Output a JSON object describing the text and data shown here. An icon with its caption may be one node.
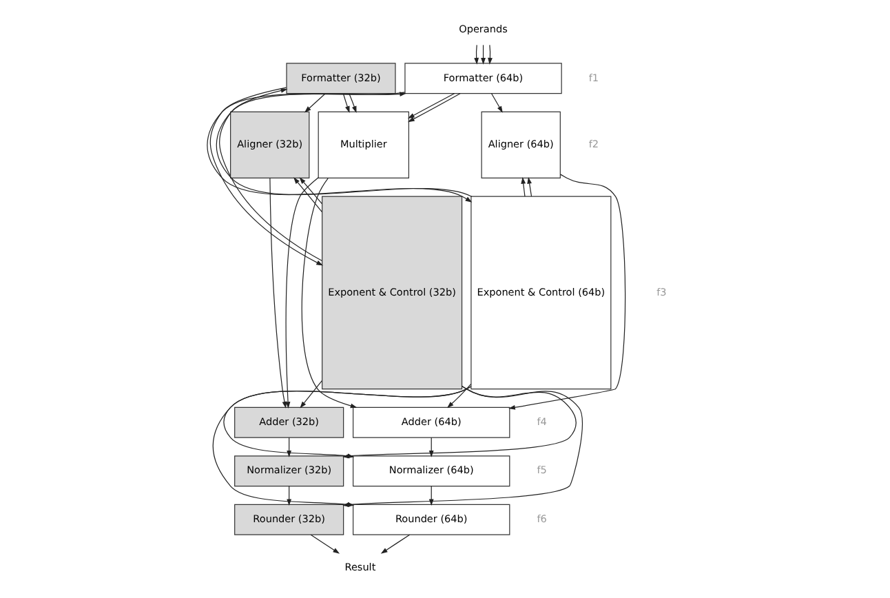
{
  "diagram": {
    "nodes": [
      {
        "text": [
          "Operands"
        ]
      },
      {
        "text": [
          "Exponent & Control (32b)"
        ]
      },
      {
        "text": [
          "Formatter (32b)"
        ]
      },
      {
        "text": [
          "Formatter (64b)"
        ]
      },
      {
        "text": [
          "Exponent & Control (64b)"
        ]
      },
      {
        "text": [
          "Aligner (32b)"
        ]
      },
      {
        "text": [
          "Multiplier"
        ]
      },
      {
        "text": [
          "Aligner (64b)"
        ]
      },
      {
        "text": [
          "Adder (32b)"
        ]
      },
      {
        "text": [
          "Adder (64b)"
        ]
      },
      {
        "text": [
          "Normalizer (32b)"
        ]
      },
      {
        "text": [
          "Normalizer (64b)"
        ]
      },
      {
        "text": [
          "Rounder (32b)"
        ]
      },
      {
        "text": [
          "Rounder (64b)"
        ]
      },
      {
        "text": [
          "Result"
        ]
      }
    ],
    "edges": [
      {
        "from": 0,
        "to": 3,
        "arrow": "to"
      },
      {
        "from": 0,
        "to": 3,
        "arrow": "to"
      },
      {
        "from": 0,
        "to": 3,
        "arrow": "to"
      },
      {
        "from": 1,
        "to": 2,
        "arrow": "to"
      },
      {
        "from": 2,
        "to": 1,
        "arrow": "to"
      },
      {
        "from": 4,
        "to": 3,
        "arrow": "to"
      },
      {
        "from": 3,
        "to": 4,
        "arrow": "to"
      },
      {
        "from": 2,
        "to": 5,
        "arrow": "to"
      },
      {
        "from": 2,
        "to": 6,
        "arrow": "to"
      },
      {
        "from": 2,
        "to": 6,
        "arrow": "to"
      },
      {
        "from": 3,
        "to": 6,
        "arrow": "to"
      },
      {
        "from": 3,
        "to": 6,
        "arrow": "to"
      },
      {
        "from": 3,
        "to": 7,
        "arrow": "to"
      },
      {
        "from": 1,
        "to": 5,
        "arrow": "to"
      },
      {
        "from": 1,
        "to": 5,
        "arrow": "to"
      },
      {
        "from": 4,
        "to": 7,
        "arrow": "to"
      },
      {
        "from": 4,
        "to": 7,
        "arrow": "to"
      },
      {
        "from": 5,
        "to": 8,
        "arrow": "to"
      },
      {
        "from": 6,
        "to": 8,
        "arrow": "to"
      },
      {
        "from": 6,
        "to": 9,
        "arrow": "to"
      },
      {
        "from": 7,
        "to": 9,
        "arrow": "to"
      },
      {
        "from": 1,
        "to": 8,
        "arrow": "to"
      },
      {
        "from": 4,
        "to": 9,
        "arrow": "to"
      },
      {
        "from": 8,
        "to": 10,
        "arrow": "to"
      },
      {
        "from": 9,
        "to": 11,
        "arrow": "to"
      },
      {
        "from": 1,
        "to": 10,
        "arrow": "to"
      },
      {
        "from": 4,
        "to": 11,
        "arrow": "to"
      },
      {
        "from": 10,
        "to": 12,
        "arrow": "to"
      },
      {
        "from": 11,
        "to": 13,
        "arrow": "to"
      },
      {
        "from": 1,
        "to": 12,
        "arrow": "to"
      },
      {
        "from": 4,
        "to": 13,
        "arrow": "to"
      },
      {
        "from": 12,
        "to": 14,
        "arrow": "to"
      },
      {
        "from": 13,
        "to": 14,
        "arrow": "to"
      }
    ],
    "labels": [
      "f1",
      "f2",
      "f3",
      "f4",
      "f5",
      "f6"
    ]
  }
}
